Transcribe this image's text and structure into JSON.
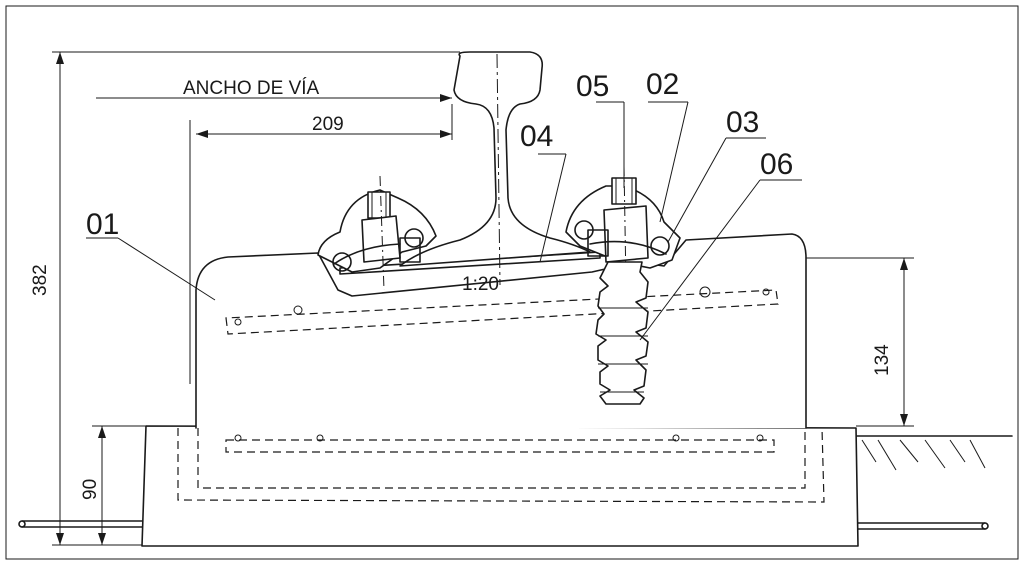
{
  "labels": {
    "track_gauge": "ANCHO DE VÍA",
    "dim_209": "209",
    "dim_382": "382",
    "dim_134": "134",
    "dim_90": "90",
    "slope": "1:20"
  },
  "parts": {
    "p01": "01",
    "p02": "02",
    "p03": "03",
    "p04": "04",
    "p05": "05",
    "p06": "06"
  }
}
